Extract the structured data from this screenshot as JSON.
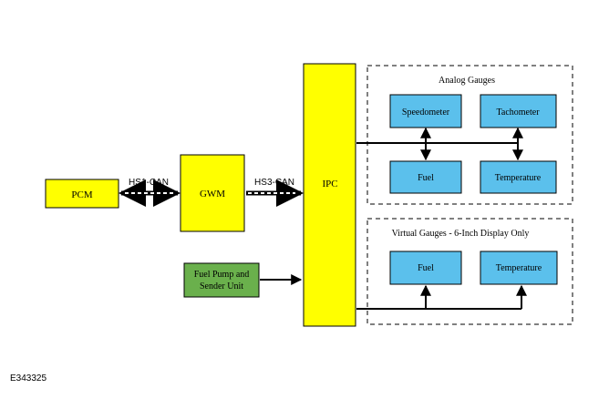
{
  "diagram": {
    "colors": {
      "yellow_box": "#ffff00",
      "blue_box": "#5bc0ec",
      "green_box": "#6ab04c",
      "line": "#000000"
    },
    "boxes": {
      "pcm": "PCM",
      "gwm": "GWM",
      "ipc": "IPC",
      "fuel_pump_line1": "Fuel Pump and",
      "fuel_pump_line2": "Sender Unit"
    },
    "bus_labels": {
      "hs1": "HS1-CAN",
      "hs3": "HS3-CAN"
    },
    "analog_group": {
      "title": "Analog Gauges",
      "speedometer": "Speedometer",
      "tachometer": "Tachometer",
      "fuel": "Fuel",
      "temperature": "Temperature"
    },
    "virtual_group": {
      "title": "Virtual Gauges - 6-Inch Display Only",
      "fuel": "Fuel",
      "temperature": "Temperature"
    },
    "figure_id": "E343325"
  }
}
